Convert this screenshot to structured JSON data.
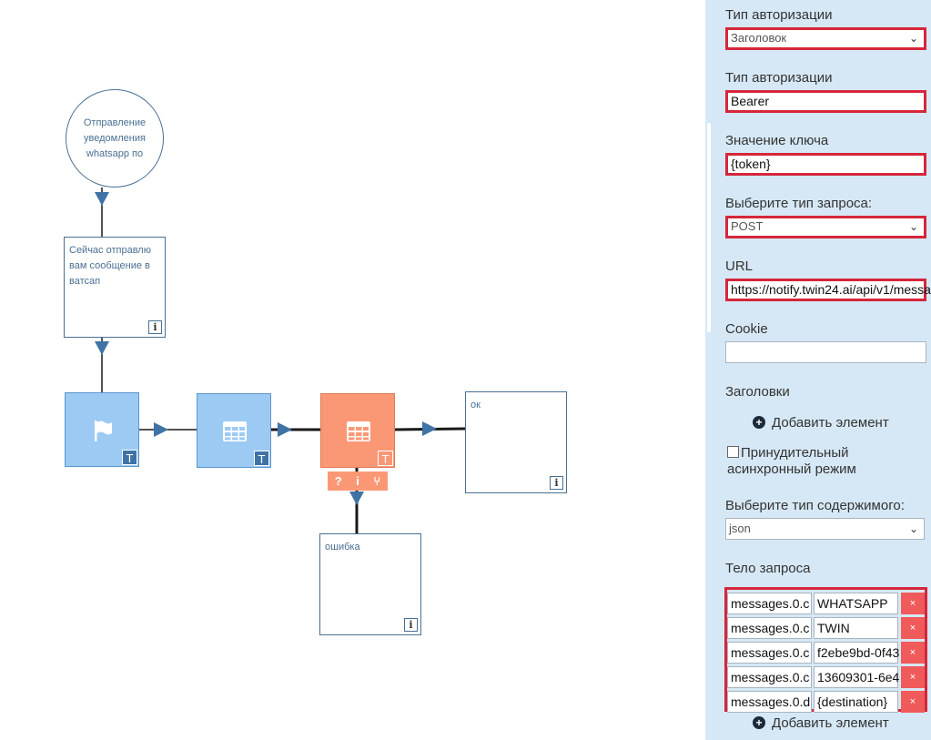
{
  "canvas": {
    "start_node": "Отправление уведомления whatsapp по",
    "message_node": "Сейчас отправлю вам сообщение в ватсап",
    "ok_node": "ок",
    "error_node": "ошибка",
    "info_badge": "i",
    "t_badge": "T",
    "actions": [
      "?",
      "i",
      "⑂"
    ]
  },
  "panel": {
    "auth_type_label_1": "Тип авторизации",
    "auth_type_value_1": "Заголовок",
    "auth_type_label_2": "Тип авторизации",
    "auth_type_value_2": "Bearer",
    "key_value_label": "Значение ключа",
    "key_value": "{token}",
    "request_type_label": "Выберите тип запроса:",
    "request_type_value": "POST",
    "url_label": "URL",
    "url_value": "https://notify.twin24.ai/api/v1/messa",
    "cookie_label": "Cookie",
    "cookie_value": "",
    "headers_label": "Заголовки",
    "add_element": "Добавить элемент",
    "force_async": "Принудительный асинхронный режим",
    "content_type_label": "Выберите тип содержимого:",
    "content_type_value": "json",
    "body_label": "Тело запроса",
    "body_rows": [
      {
        "key": "messages.0.c",
        "value": "WHATSAPP"
      },
      {
        "key": "messages.0.c",
        "value": "TWIN"
      },
      {
        "key": "messages.0.c",
        "value": "f2ebe9bd-0f43"
      },
      {
        "key": "messages.0.c",
        "value": "13609301-6e4"
      },
      {
        "key": "messages.0.d",
        "value": "{destination}"
      }
    ],
    "delete_symbol": "×",
    "add_element_bottom": "Добавить элемент"
  }
}
